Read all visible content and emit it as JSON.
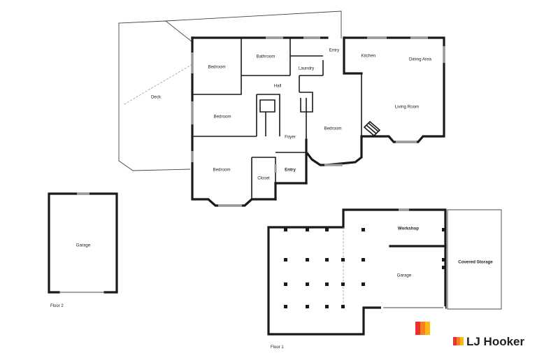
{
  "floor2": {
    "rooms": [
      {
        "key": "bedroom_1",
        "label": "Bedroom"
      },
      {
        "key": "bathroom",
        "label": "Bathroom"
      },
      {
        "key": "entry_top",
        "label": "Entry"
      },
      {
        "key": "kitchen",
        "label": "Kitchen"
      },
      {
        "key": "dining",
        "label": "Dining Area"
      },
      {
        "key": "laundry",
        "label": "Laundry"
      },
      {
        "key": "deck",
        "label": "Deck"
      },
      {
        "key": "hall",
        "label": "Hall"
      },
      {
        "key": "bedroom_2",
        "label": "Bedroom"
      },
      {
        "key": "living",
        "label": "Living Room"
      },
      {
        "key": "foyer",
        "label": "Foyer"
      },
      {
        "key": "bedroom_3",
        "label": "Bedroom"
      },
      {
        "key": "bedroom_4",
        "label": "Bedroom"
      },
      {
        "key": "entry_bottom",
        "label": "Entry"
      },
      {
        "key": "closet",
        "label": "Closet"
      },
      {
        "key": "garage",
        "label": "Garage"
      }
    ],
    "floor_label": "Floor 2"
  },
  "floor1": {
    "rooms": [
      {
        "key": "workshop",
        "label": "Workshop"
      },
      {
        "key": "covered_storage",
        "label": "Covered Storage"
      },
      {
        "key": "garage",
        "label": "Garage"
      }
    ],
    "floor_label": "Floor 1"
  },
  "brand": {
    "name": "LJ Hooker",
    "colors": {
      "red": "#e8312f",
      "orange": "#f5821f",
      "yellow": "#fdb913",
      "text": "#1f1f1f"
    }
  }
}
